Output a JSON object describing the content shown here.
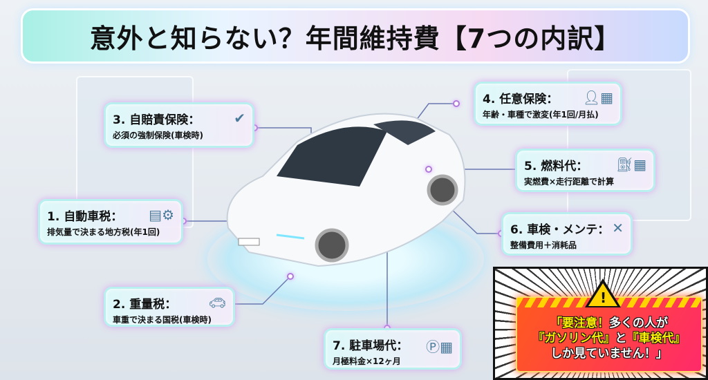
{
  "title": "意外と知らない？年間維持費【7つの内訳】",
  "items": [
    {
      "heading": "1. 自動車税：",
      "desc": "排気量で決まる地方税(年1回)",
      "icon": "tax-document-engine-icon"
    },
    {
      "heading": "2. 重量税：",
      "desc": "車重で決まる国税(車検時)",
      "icon": "car-icon"
    },
    {
      "heading": "3. 自賠責保険：",
      "desc": "必須の強制保険(車検時)",
      "icon": "shield-check-icon"
    },
    {
      "heading": "4. 任意保険：",
      "desc": "年齢・車種で激変(年1回/月払)",
      "icon": "person-calendar-icon"
    },
    {
      "heading": "5. 燃料代：",
      "desc": "実燃費×走行距離で計算",
      "icon": "fuel-pump-calculator-icon"
    },
    {
      "heading": "6. 車検・メンテ：",
      "desc": "整備費用＋消耗品",
      "icon": "wrench-screwdriver-icon"
    },
    {
      "heading": "7. 駐車場代：",
      "desc": "月極料金×12ヶ月",
      "icon": "parking-calendar-icon"
    }
  ],
  "warning": {
    "line1a": "「要注意！",
    "line1b": "多くの人が",
    "line2a": "『ガソリン代』",
    "line2b": "と",
    "line2c": "『車検代』",
    "line3": "しか見ていません！」"
  }
}
